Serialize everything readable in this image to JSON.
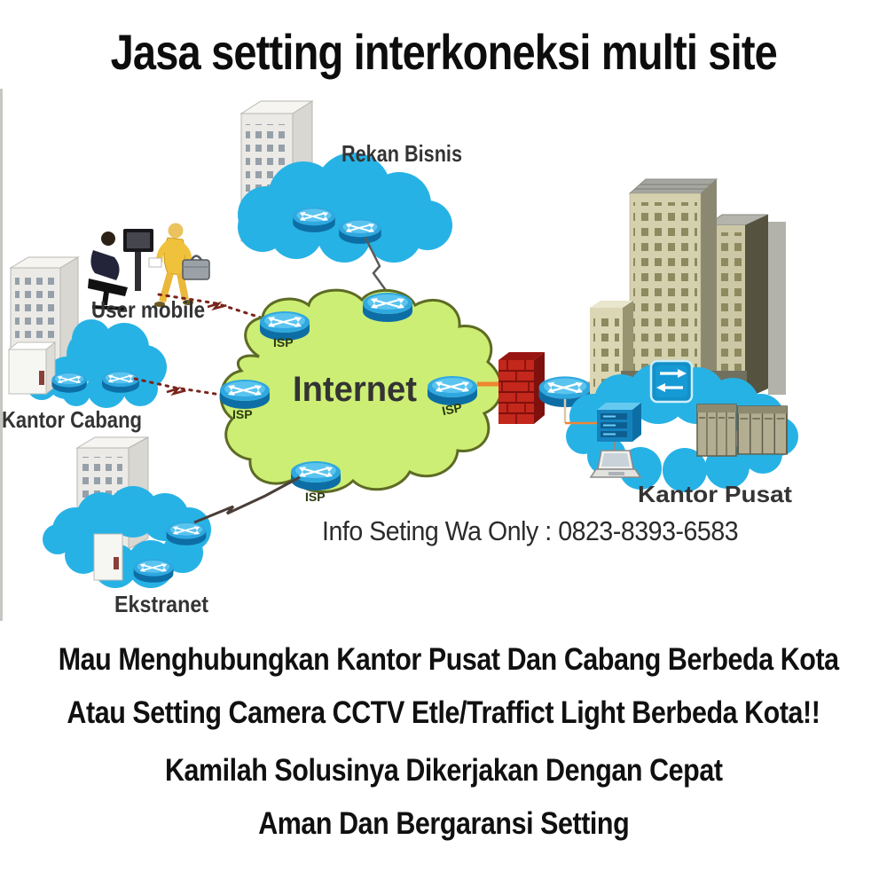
{
  "title": "Jasa setting interkoneksi multi site",
  "diagram": {
    "labels": {
      "rekan_bisnis": "Rekan Bisnis",
      "user_mobile": "User mobile",
      "kantor_cabang": "Kantor Cabang",
      "ekstranet": "Ekstranet",
      "internet": "Internet",
      "kantor_pusat": "Kantor Pusat",
      "isp": "ISP"
    },
    "info_line": "Info Seting Wa Only : 0823-8393-6583",
    "colors": {
      "cloud_blue": "#27b2e5",
      "internet_cloud_fill": "#cdee74",
      "internet_cloud_border": "#5d6b24",
      "internet_text": "#da4000",
      "router_blue": "#2fa8df",
      "firewall_red": "#c4271b",
      "wan_link_orange": "#ef8632",
      "dashed_link_maroon": "#7a241a",
      "text_dark": "#101010"
    }
  },
  "footer_lines": [
    "Mau Menghubungkan Kantor Pusat Dan Cabang Berbeda Kota",
    "Atau Setting Camera CCTV Etle/Traffict Light Berbeda Kota!!",
    "Kamilah Solusinya Dikerjakan Dengan Cepat",
    "Aman Dan Bergaransi Setting"
  ]
}
